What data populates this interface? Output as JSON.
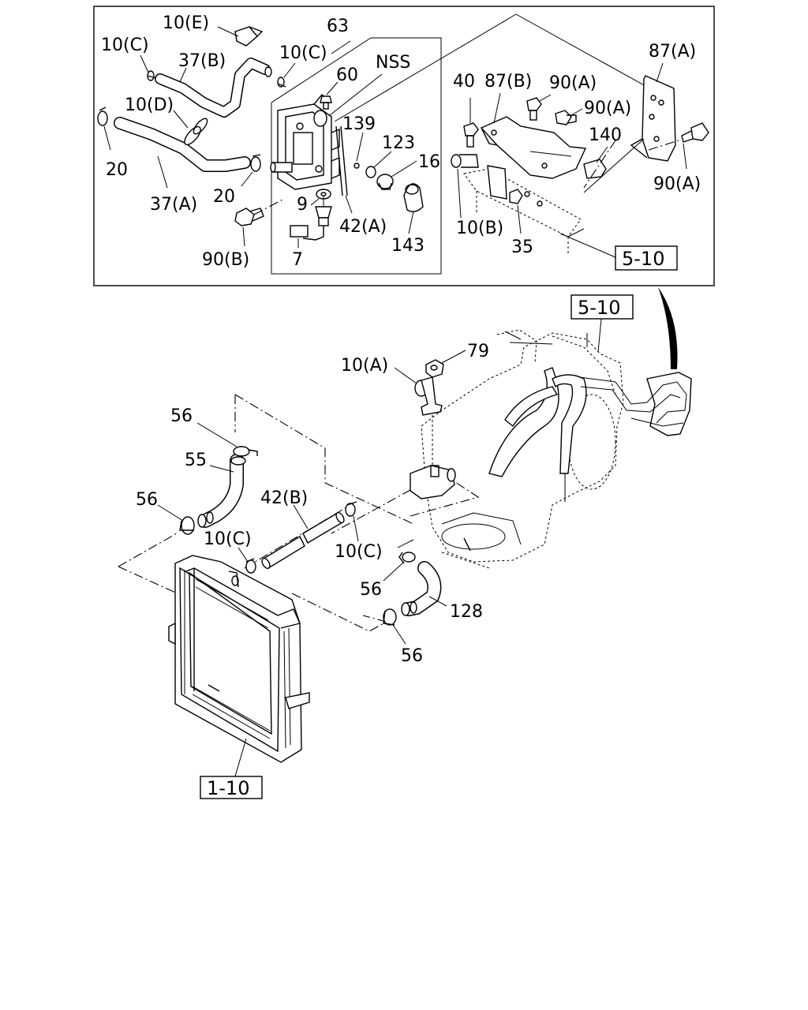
{
  "detail_labels": {
    "p10E": "10(E)",
    "p10C_a": "10(C)",
    "p37B": "37(B)",
    "p10C_b": "10(C)",
    "p63": "63",
    "pNSS": "NSS",
    "p60": "60",
    "p10D": "10(D)",
    "p20_a": "20",
    "p37A": "37(A)",
    "p20_b": "20",
    "p139": "139",
    "p123": "123",
    "p16": "16",
    "p9": "9",
    "p42A": "42(A)",
    "p143": "143",
    "p7": "7",
    "p90B": "90(B)",
    "p40": "40",
    "p87B": "87(B)",
    "p90A_a": "90(A)",
    "p90A_b": "90(A)",
    "p87A": "87(A)",
    "p140": "140",
    "p90A_c": "90(A)",
    "p10B": "10(B)",
    "p35": "35"
  },
  "main_labels": {
    "p79": "79",
    "p10A": "10(A)",
    "p56_a": "56",
    "p55": "55",
    "p56_b": "56",
    "p42B": "42(B)",
    "p10C_c": "10(C)",
    "p10C_d": "10(C)",
    "p56_c": "56",
    "p128": "128",
    "p56_d": "56"
  },
  "references": {
    "ref_detail": "5-10",
    "ref_engine": "5-10",
    "ref_radiator": "1-10"
  }
}
